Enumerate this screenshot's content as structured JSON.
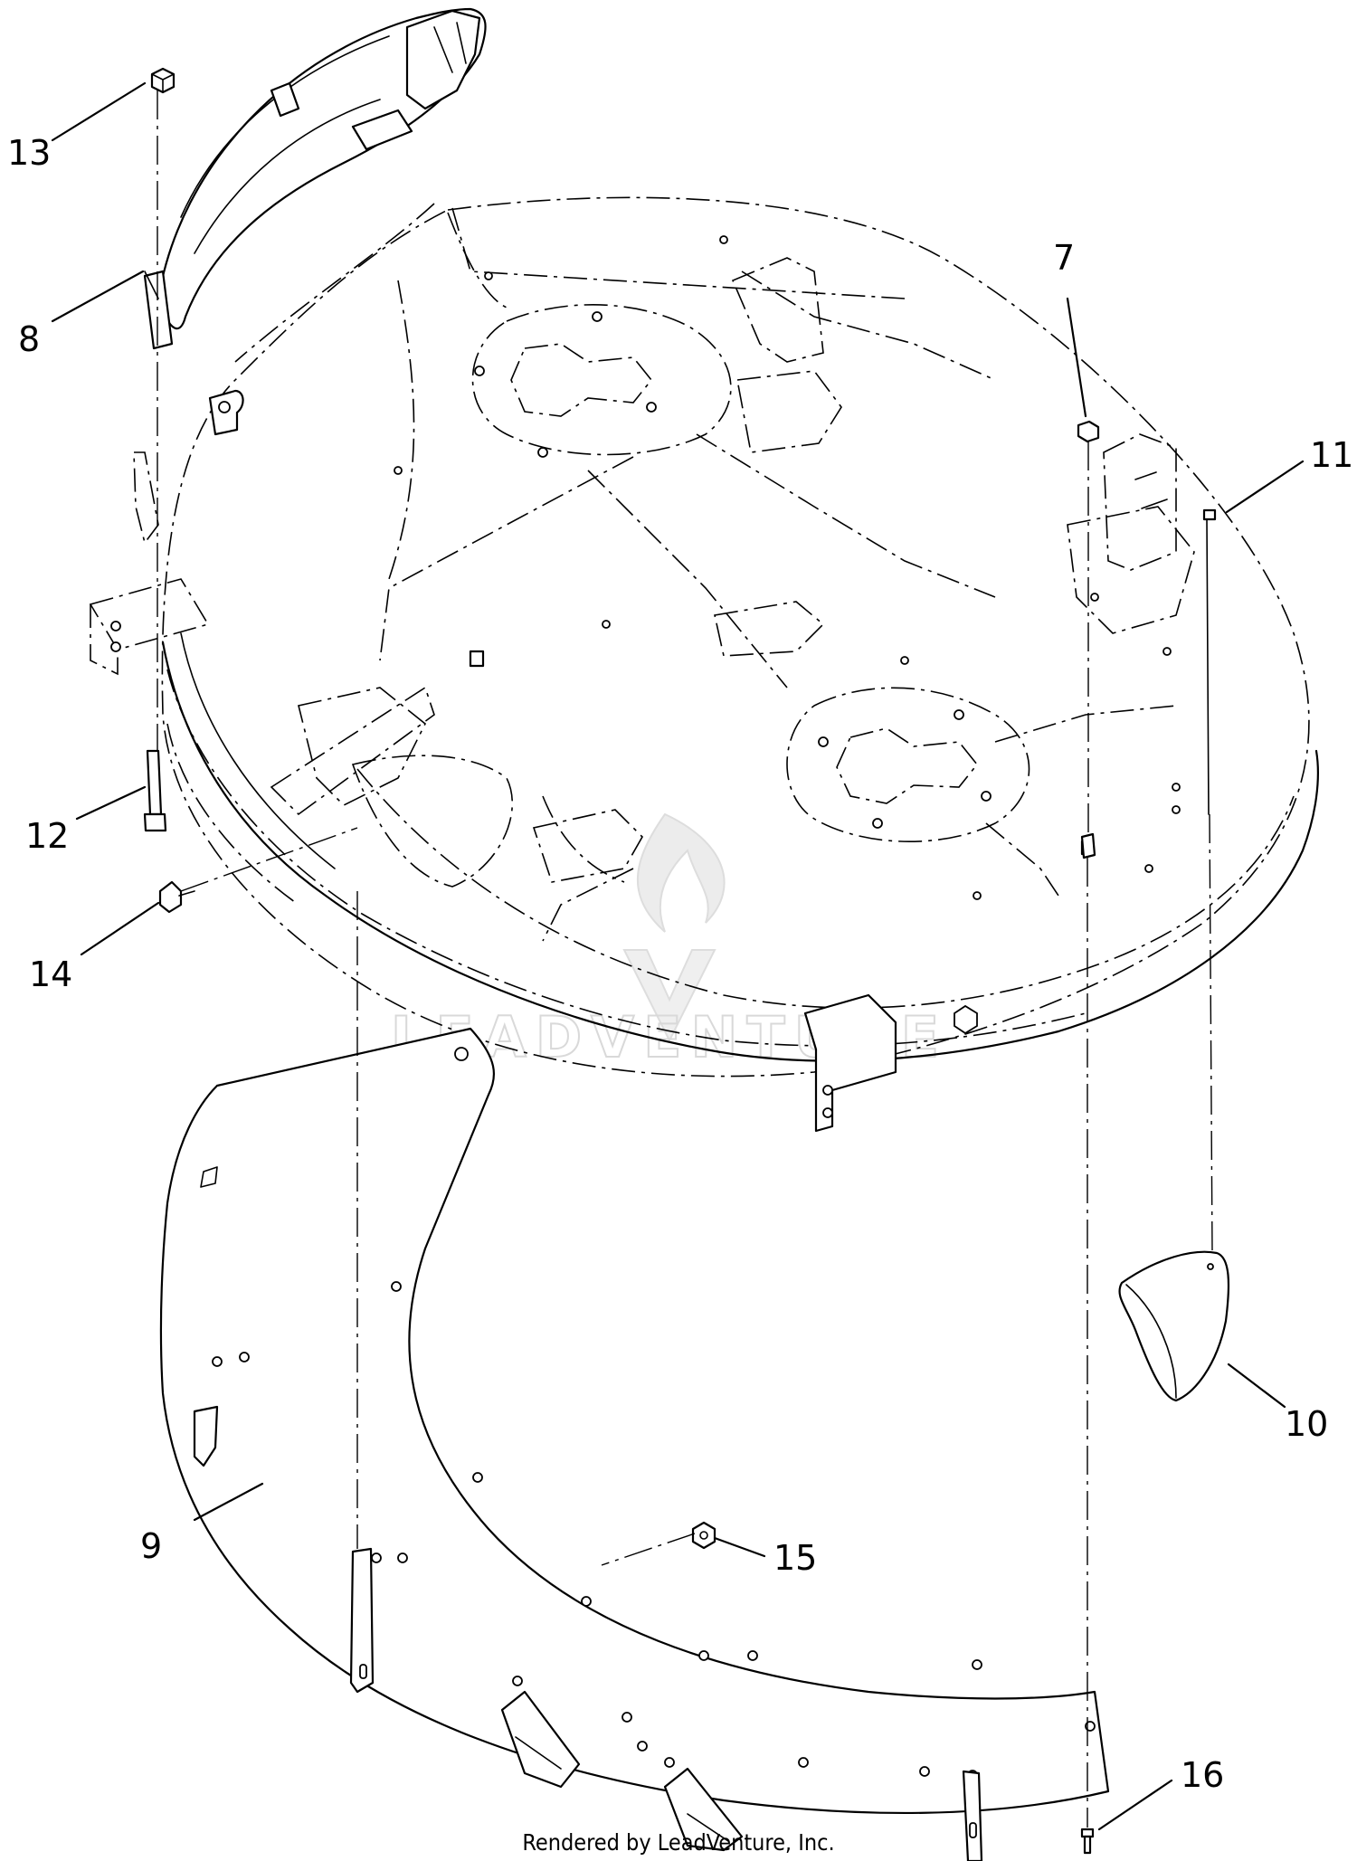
{
  "diagram": {
    "callouts": [
      {
        "id": "7",
        "label": "7"
      },
      {
        "id": "8",
        "label": "8"
      },
      {
        "id": "9",
        "label": "9"
      },
      {
        "id": "10",
        "label": "10"
      },
      {
        "id": "11",
        "label": "11"
      },
      {
        "id": "12",
        "label": "12"
      },
      {
        "id": "13",
        "label": "13"
      },
      {
        "id": "14",
        "label": "14"
      },
      {
        "id": "15",
        "label": "15"
      },
      {
        "id": "16",
        "label": "16"
      }
    ],
    "footer": "Rendered by LeadVenture, Inc.",
    "watermark": "LEADVENTURE"
  }
}
